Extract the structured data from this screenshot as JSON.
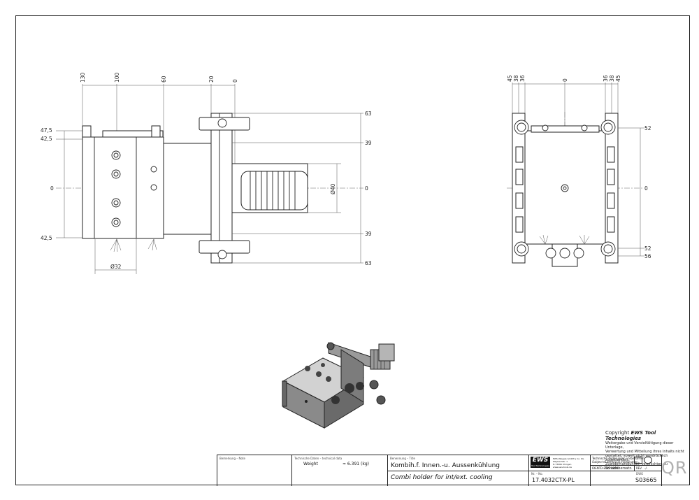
{
  "front_view": {
    "top_dims": [
      "130",
      "100",
      "60",
      "20",
      "0"
    ],
    "left_dims": [
      "47,5",
      "42,5",
      "0",
      "42,5"
    ],
    "right_dims": [
      "63",
      "39",
      "0",
      "39",
      "63"
    ],
    "bottom_dim": "Ø32",
    "bore_dim": "Ø40"
  },
  "side_view": {
    "top_dims_left": [
      "45",
      "38",
      "36"
    ],
    "top_dim_center": "0",
    "top_dims_right": [
      "36",
      "38",
      "45"
    ],
    "right_dims": [
      "52",
      "0",
      "52",
      "56"
    ]
  },
  "title_block": {
    "remark_label": "Bemerkung – Note",
    "tech_label": "Technische Daten – technical data",
    "weight_label": "Weight",
    "weight_value": "≈ 6.391 (kg)",
    "desc_label": "Benennung – Title",
    "title_de": "Kombih.f. Innen.-u. Aussenkühlung",
    "title_en": "Combi holder for int/ext. cooling",
    "logo": "EWS",
    "logo_sub": "Tool Technologies",
    "company_line1": "EWS Weigele GmbH & Co. KG",
    "company_line2": "Maybachstr. 1",
    "company_line3": "D-73066 Uhingen",
    "company_line4": "www.ews-tools.de",
    "notice_de": "Technische Änderungen vorbehalten!",
    "notice_en": "Subject to technical modifications!",
    "ident_label": "IDENT",
    "ident_value": "D-EWS-08061",
    "rev_label": "REV",
    "rev_value": "-/-",
    "part_label": "Nr. – No.",
    "part_number": "17.4032CTX-PL",
    "drawing_label": "DWG",
    "drawing_number": "S03665"
  },
  "copyright": {
    "prefix": "Copyright",
    "brand": "EWS Tool Technologies",
    "line1": "Weitergabe und Vervielfältigung dieser Unterlage,",
    "line2": "Verwertung und Mitteilung ihres Inhalts nicht",
    "line3": "gestattet, soweit nicht ausdrücklich zugestanden.",
    "line4": "Zuwiderhandlungen verpflichten zu Schadenersatz."
  },
  "qr_text": "QR"
}
